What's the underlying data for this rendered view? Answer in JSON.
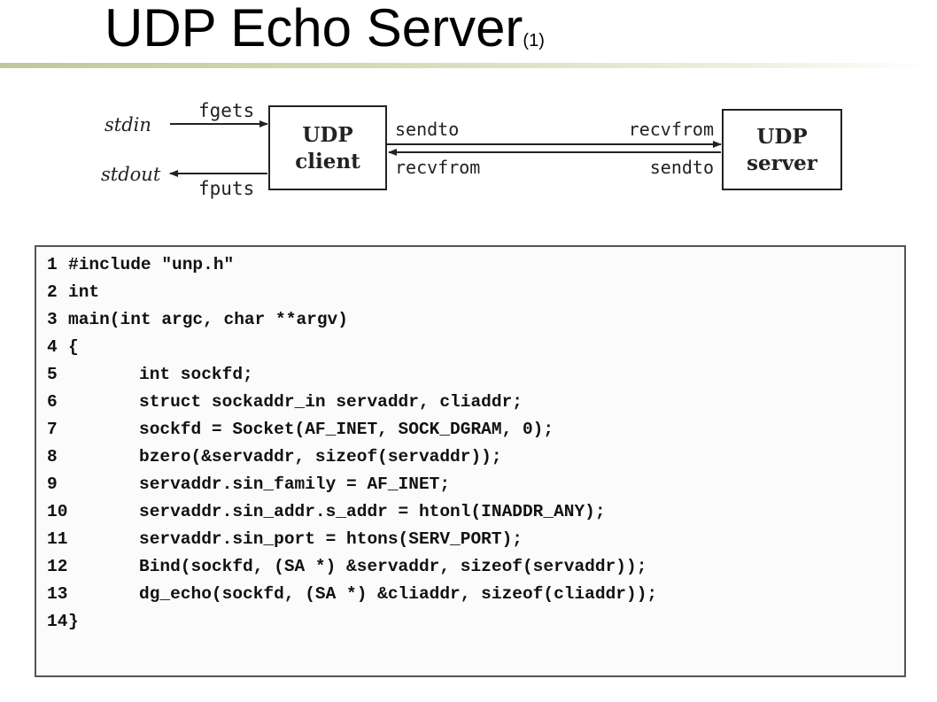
{
  "title": {
    "main": "UDP Echo Server",
    "sub": "(1)"
  },
  "diagram": {
    "stdin": "stdin",
    "stdout": "stdout",
    "fgets": "fgets",
    "fputs": "fputs",
    "client_line1": "UDP",
    "client_line2": "client",
    "server_line1": "UDP",
    "server_line2": "server",
    "client_sendto": "sendto",
    "client_recvfrom": "recvfrom",
    "server_recvfrom": "recvfrom",
    "server_sendto": "sendto"
  },
  "code": [
    {
      "n": "1",
      "text": "#include \"unp.h\""
    },
    {
      "n": "2",
      "text": "int"
    },
    {
      "n": "3",
      "text": "main(int argc, char **argv)"
    },
    {
      "n": "4",
      "text": "{"
    },
    {
      "n": "5",
      "text": "int sockfd;"
    },
    {
      "n": "6",
      "text": "struct sockaddr_in servaddr, cliaddr;"
    },
    {
      "n": "7",
      "text": "sockfd = Socket(AF_INET, SOCK_DGRAM, 0);"
    },
    {
      "n": "8",
      "text": "bzero(&servaddr, sizeof(servaddr));"
    },
    {
      "n": "9",
      "text": "servaddr.sin_family = AF_INET;"
    },
    {
      "n": "10",
      "text": "servaddr.sin_addr.s_addr = htonl(INADDR_ANY);"
    },
    {
      "n": "11",
      "text": "servaddr.sin_port = htons(SERV_PORT);"
    },
    {
      "n": "12",
      "text": "Bind(sockfd, (SA *) &servaddr, sizeof(servaddr));"
    },
    {
      "n": "13",
      "text": "dg_echo(sockfd, (SA *) &cliaddr, sizeof(cliaddr));"
    },
    {
      "n": "14",
      "text": "}"
    }
  ]
}
